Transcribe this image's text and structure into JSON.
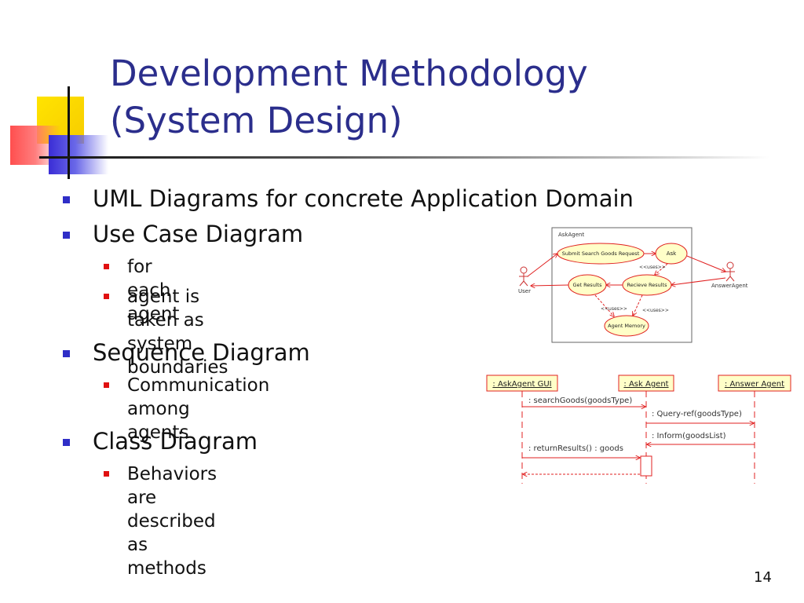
{
  "slide": {
    "title_line1": "Development Methodology",
    "title_line2": "(System Design)",
    "page_number": "14"
  },
  "bullets": [
    {
      "text": "UML Diagrams for concrete Application Domain"
    },
    {
      "text": "Use Case Diagram",
      "sub": [
        {
          "lines": [
            "for each agent"
          ]
        },
        {
          "lines": [
            "agent is taken as system",
            "boundaries"
          ]
        }
      ]
    },
    {
      "text": "Sequence Diagram",
      "sub": [
        {
          "lines": [
            "Communication among",
            "agents"
          ]
        }
      ]
    },
    {
      "text": "Class Diagram",
      "sub": [
        {
          "lines": [
            "Behaviors are described as methods"
          ]
        }
      ]
    }
  ],
  "use_case": {
    "system": "AskAgent",
    "actor_user": "User",
    "actor_answer": "AnswerAgent",
    "uc_submit": "Submit Search Goods Request",
    "uc_ask": "Ask",
    "uc_get": "Get Results",
    "uc_recieve": "Recieve Results",
    "uc_memory": "Agent Memory",
    "uses1": "<<uses>>",
    "uses2": "<<uses>>",
    "uses3": "<<uses>>"
  },
  "sequence": {
    "obj1": ": AskAgent GUI",
    "obj2": ": Ask Agent",
    "obj3": ": Answer Agent",
    "msg1": ": searchGoods(goodsType)",
    "msg2": ": Query-ref(goodsType)",
    "msg3": ": Inform(goodsList)",
    "msg4": ": returnResults() : goods"
  },
  "colors": {
    "title": "#2b2e8c",
    "bullet_level1": "#2f2ec7",
    "bullet_level2": "#e01010",
    "uml_line": "#e02020",
    "usecase_fill": "#ffffc8"
  }
}
